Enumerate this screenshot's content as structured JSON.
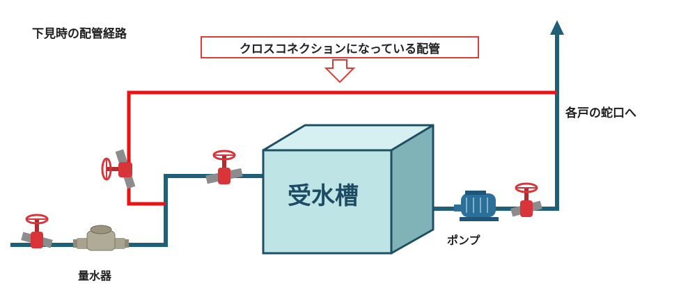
{
  "title": "下見時の配管経路",
  "callout": "クロスコネクションになっている配管",
  "faucet_label": "各戸の蛇口へ",
  "tank_label": "受水槽",
  "pump_label": "ポンプ",
  "meter_label": "量水器",
  "colors": {
    "pipe": "#1f5f78",
    "cross_pipe": "#ee1111",
    "valve": "#d9343a",
    "tank_front": "#bfe4e6",
    "tank_side": "#7fb3b8",
    "tank_top": "#d6f0f1",
    "tank_border": "#1f4f63",
    "pump": "#2c6f98",
    "meter": "#b0ab96"
  },
  "icons": [
    "valve-icon",
    "pump-icon",
    "water-meter-icon",
    "arrow-up-icon",
    "hollow-arrow-down-icon"
  ]
}
